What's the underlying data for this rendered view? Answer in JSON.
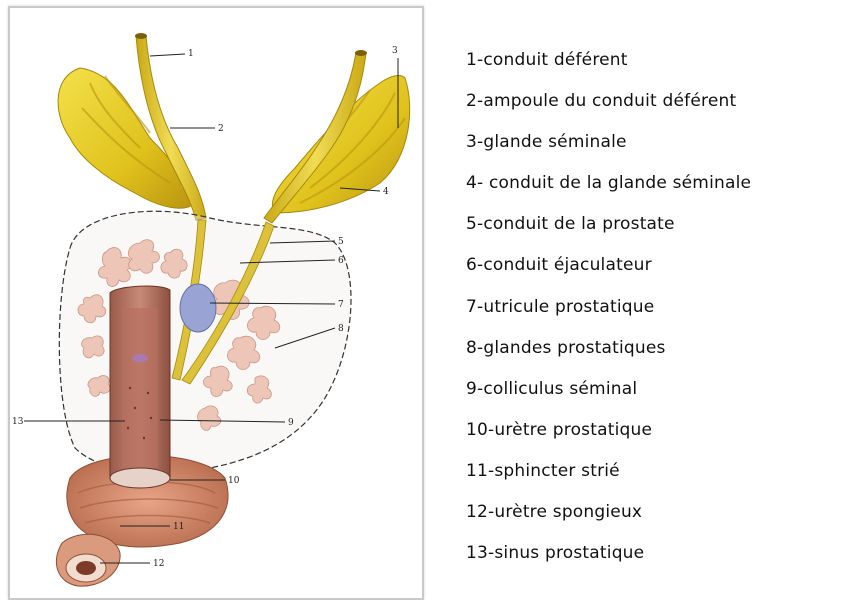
{
  "figure": {
    "callouts": [
      "1",
      "2",
      "3",
      "4",
      "5",
      "6",
      "7",
      "8",
      "9",
      "10",
      "11",
      "12",
      "13"
    ]
  },
  "legend": {
    "items": [
      "1-conduit déférent",
      "2-ampoule du conduit déférent",
      "3-glande séminale",
      "4- conduit de la glande séminale",
      "5-conduit de la prostate",
      "6-conduit éjaculateur",
      "7-utricule prostatique",
      "8-glandes prostatiques",
      "9-colliculus séminal",
      "10-urètre prostatique",
      "11-sphincter strié",
      "12-urètre spongieux",
      "13-sinus prostatique"
    ]
  }
}
